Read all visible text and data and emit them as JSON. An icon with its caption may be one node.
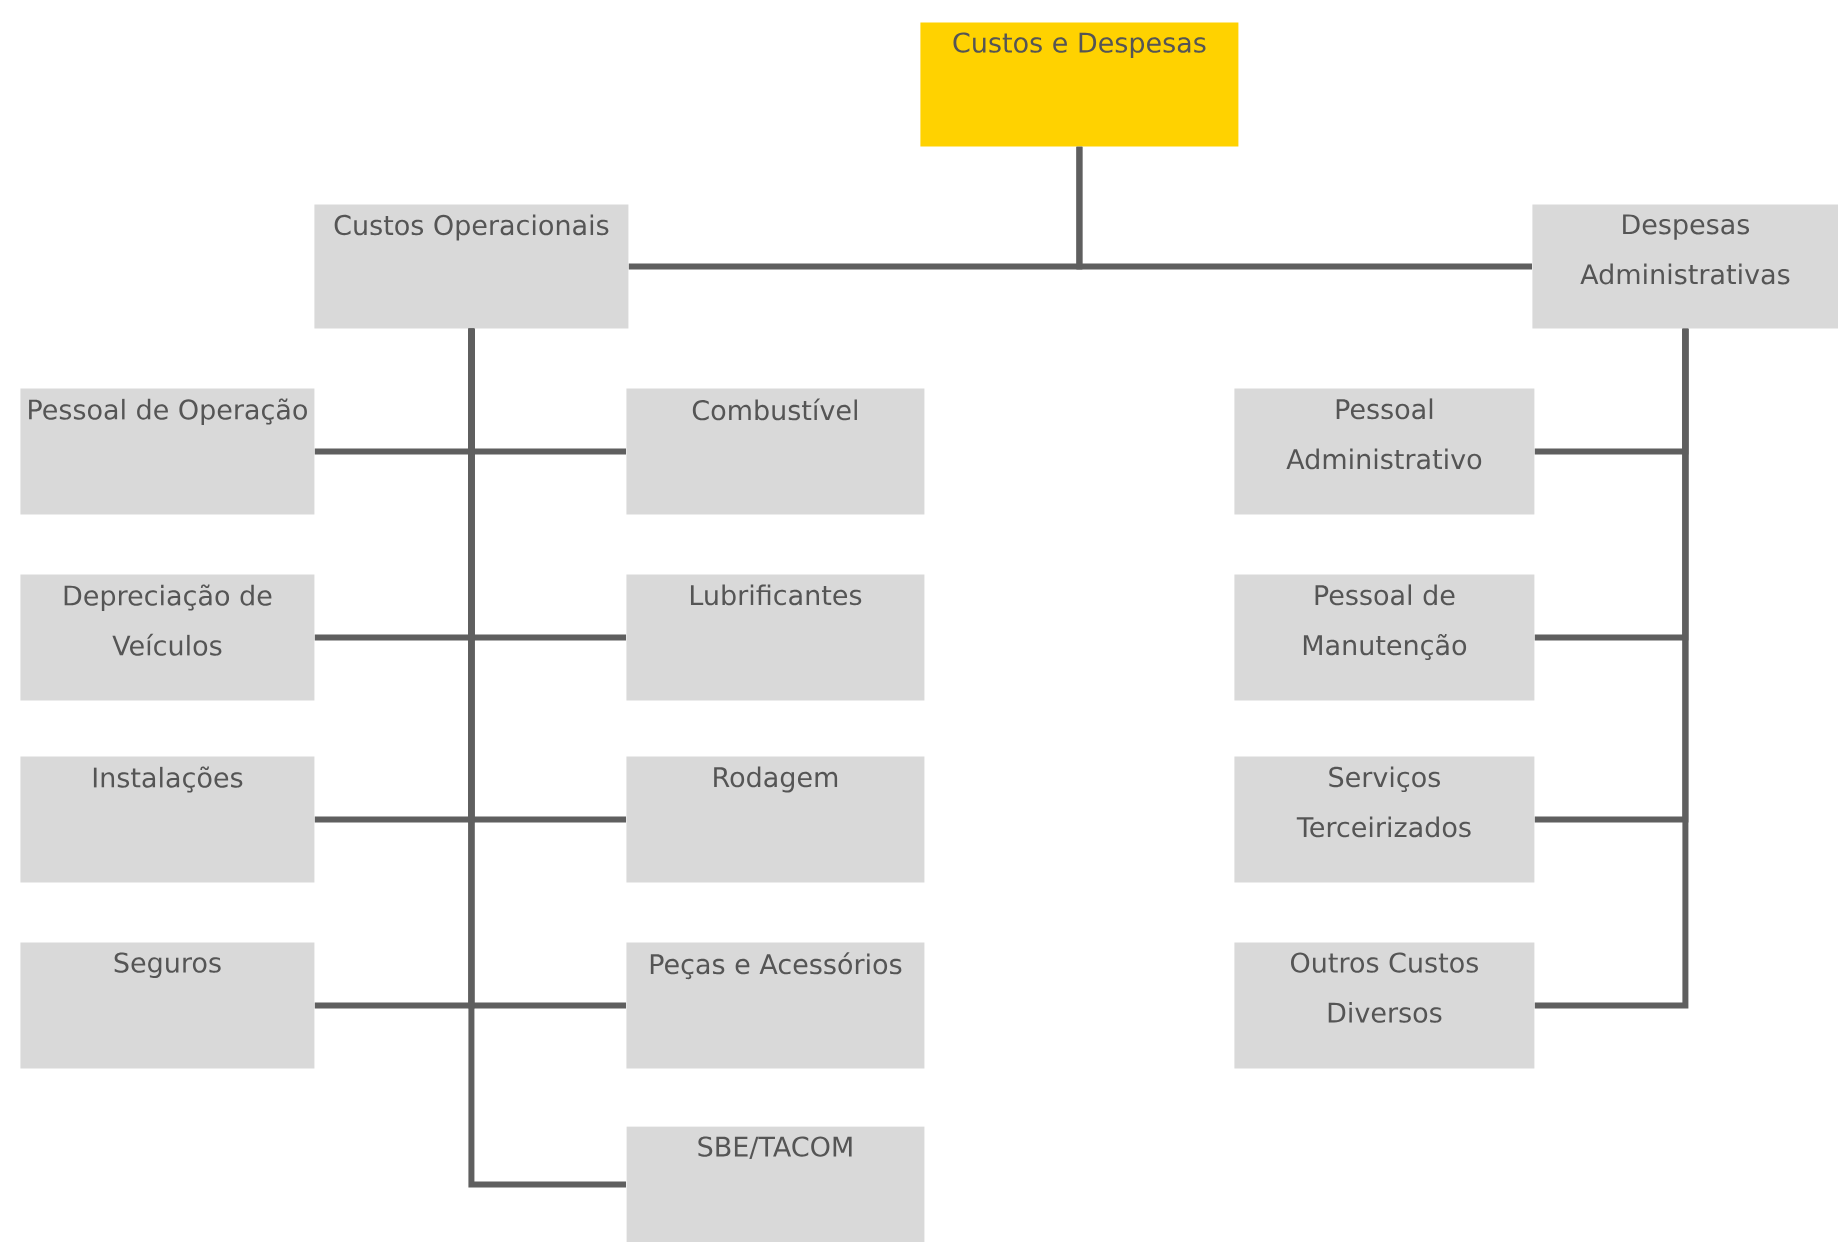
{
  "diagram": {
    "nodes": [
      {
        "text": [
          "Custos e Despesas"
        ]
      },
      {
        "text": [
          "Custos Operacionais"
        ]
      },
      {
        "text": [
          "Despesas Administrativas"
        ]
      },
      {
        "text": [
          "Pessoal de Operação"
        ]
      },
      {
        "text": [
          "Combustível"
        ]
      },
      {
        "text": [
          "Depreciação de Veículos"
        ]
      },
      {
        "text": [
          "Lubrificantes"
        ]
      },
      {
        "text": [
          "Instalações"
        ]
      },
      {
        "text": [
          "Rodagem"
        ]
      },
      {
        "text": [
          "Seguros"
        ]
      },
      {
        "text": [
          "Peças e Acessórios"
        ]
      },
      {
        "text": [
          "SBE/TACOM"
        ]
      },
      {
        "text": [
          "Pessoal Administrativo"
        ]
      },
      {
        "text": [
          "Pessoal de Manutenção"
        ]
      },
      {
        "text": [
          "Serviços Terceirizados"
        ]
      },
      {
        "text": [
          "Outros Custos Diversos"
        ]
      }
    ],
    "edges": [
      {
        "from": 0,
        "to": 1,
        "arrow": "none"
      },
      {
        "from": 0,
        "to": 2,
        "arrow": "none"
      },
      {
        "from": 1,
        "to": 3,
        "arrow": "none"
      },
      {
        "from": 1,
        "to": 4,
        "arrow": "none"
      },
      {
        "from": 1,
        "to": 5,
        "arrow": "none"
      },
      {
        "from": 1,
        "to": 6,
        "arrow": "none"
      },
      {
        "from": 1,
        "to": 7,
        "arrow": "none"
      },
      {
        "from": 1,
        "to": 8,
        "arrow": "none"
      },
      {
        "from": 1,
        "to": 9,
        "arrow": "none"
      },
      {
        "from": 1,
        "to": 10,
        "arrow": "none"
      },
      {
        "from": 1,
        "to": 11,
        "arrow": "none"
      },
      {
        "from": 2,
        "to": 12,
        "arrow": "none"
      },
      {
        "from": 2,
        "to": 13,
        "arrow": "none"
      },
      {
        "from": 2,
        "to": 14,
        "arrow": "none"
      },
      {
        "from": 2,
        "to": 15,
        "arrow": "none"
      }
    ]
  }
}
